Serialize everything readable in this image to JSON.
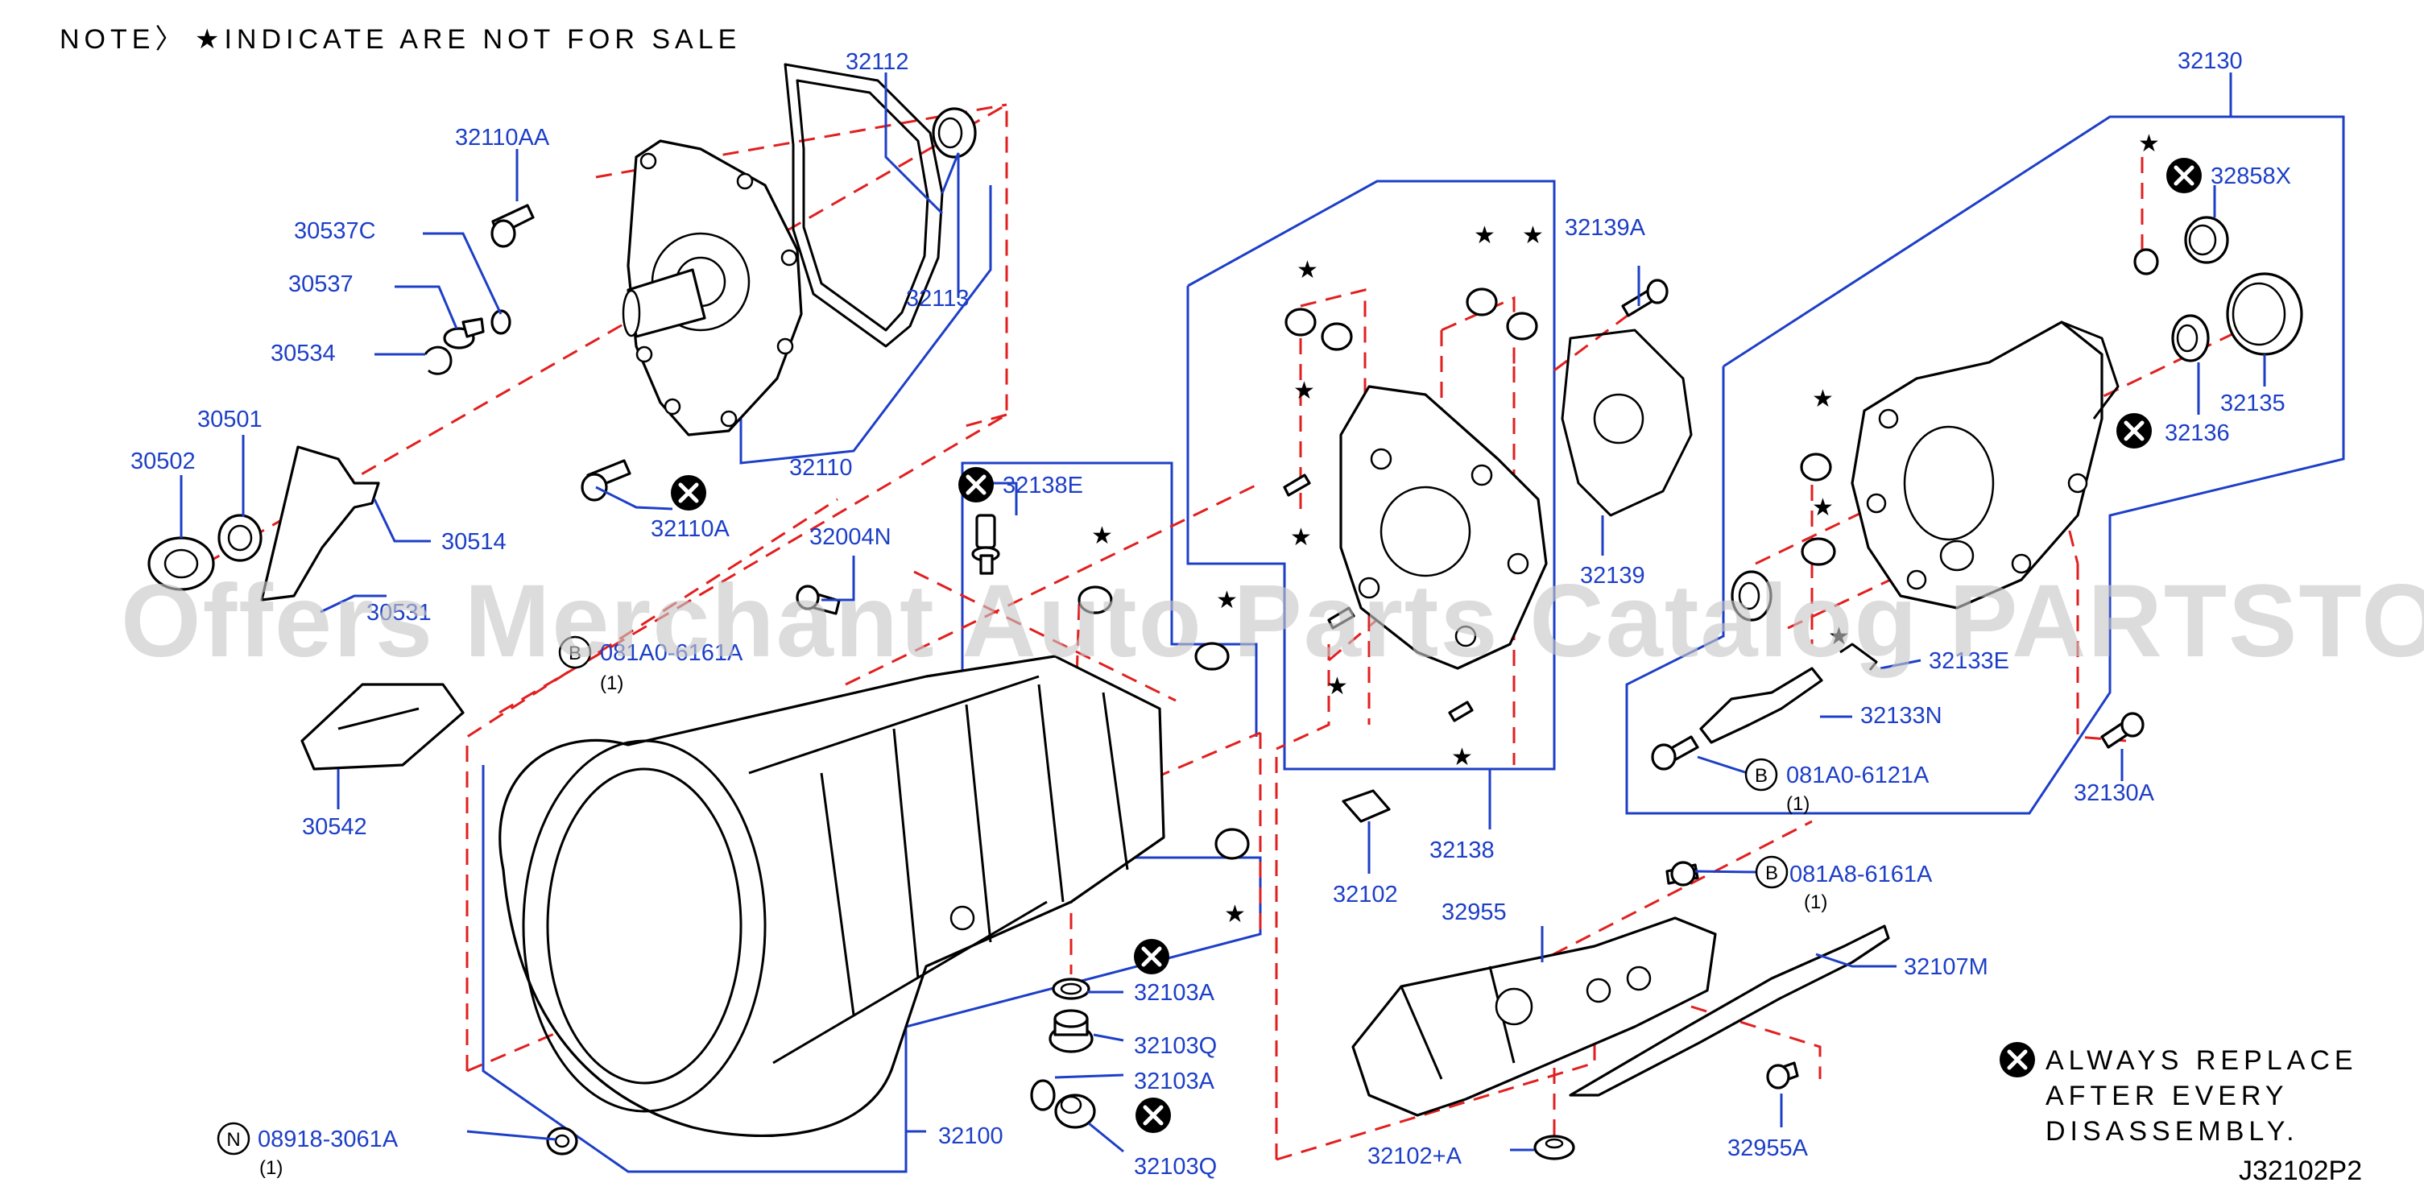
{
  "note": {
    "prefix": "NOTE〉",
    "text": "★INDICATE ARE NOT FOR SALE"
  },
  "watermark": "Offers Merchant Auto Parts Catalog PARTSTORE.SA",
  "legend": {
    "line1": "ALWAYS REPLACE",
    "line2": "AFTER EVERY",
    "line3": "DISASSEMBLY."
  },
  "diagram_code": "J32102P2",
  "labels": {
    "p32112": "32112",
    "p32110AA": "32110AA",
    "p30537C": "30537C",
    "p30537": "30537",
    "p30534": "30534",
    "p32113": "32113",
    "p30501": "30501",
    "p30502": "30502",
    "p30514": "30514",
    "p32110": "32110",
    "p32110A": "32110A",
    "p32138E": "32138E",
    "p32004N": "32004N",
    "p30531": "30531",
    "p081A0_6161A": "081A0-6161A",
    "p30542": "30542",
    "p32139A": "32139A",
    "p32139": "32139",
    "p32138": "32138",
    "p32102": "32102",
    "p32130": "32130",
    "p32858X": "32858X",
    "p32135": "32135",
    "p32136": "32136",
    "p32133E": "32133E",
    "p32133N": "32133N",
    "p081A0_6121A": "081A0-6121A",
    "p32130A": "32130A",
    "p081A8_6161A": "081A8-6161A",
    "p32955": "32955",
    "p32107M": "32107M",
    "p32103A_1": "32103A",
    "p32103Q_1": "32103Q",
    "p32103A_2": "32103A",
    "p32103Q_2": "32103Q",
    "p32100": "32100",
    "p08918_3061A": "08918-3061A",
    "p32102plusA": "32102+A",
    "p32955A": "32955A"
  },
  "circle_marks": {
    "b": "B",
    "n": "N"
  },
  "quantities": {
    "q081A0_6161A": "(1)",
    "q081A0_6121A": "(1)",
    "q081A8_6161A": "(1)",
    "q08918_3061A": "(1)"
  },
  "symbols": {
    "star": "★",
    "replace_icon": "circled-x-icon"
  },
  "colors": {
    "label_blue": "#1d3fc7",
    "dash_red": "#e21f1f",
    "line_black": "#000000"
  }
}
